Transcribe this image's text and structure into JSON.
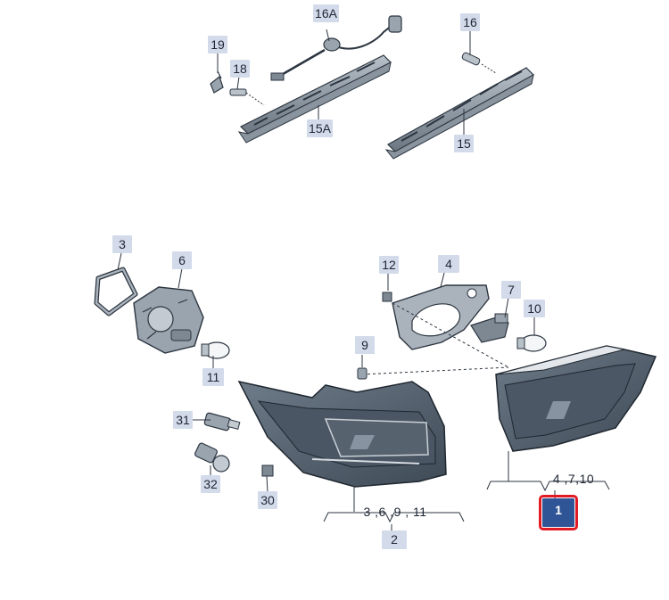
{
  "callouts": {
    "c16a": "16A",
    "c16": "16",
    "c19": "19",
    "c18": "18",
    "c15a": "15A",
    "c15": "15",
    "c3": "3",
    "c6": "6",
    "c4": "4",
    "c12": "12",
    "c7": "7",
    "c10": "10",
    "c11": "11",
    "c9": "9",
    "c31": "31",
    "c32": "32",
    "c30": "30",
    "c4_7_10": "4 ,7,10",
    "c3_6_9_11": "3 ,6 ,9 , 11",
    "c2": "2",
    "c1": "1"
  },
  "colors": {
    "selected_fill": "#2f5597",
    "selected_border": "#e01b24",
    "callout_bg": "#d3dbea",
    "lamp_fill": "#5d6b78"
  }
}
